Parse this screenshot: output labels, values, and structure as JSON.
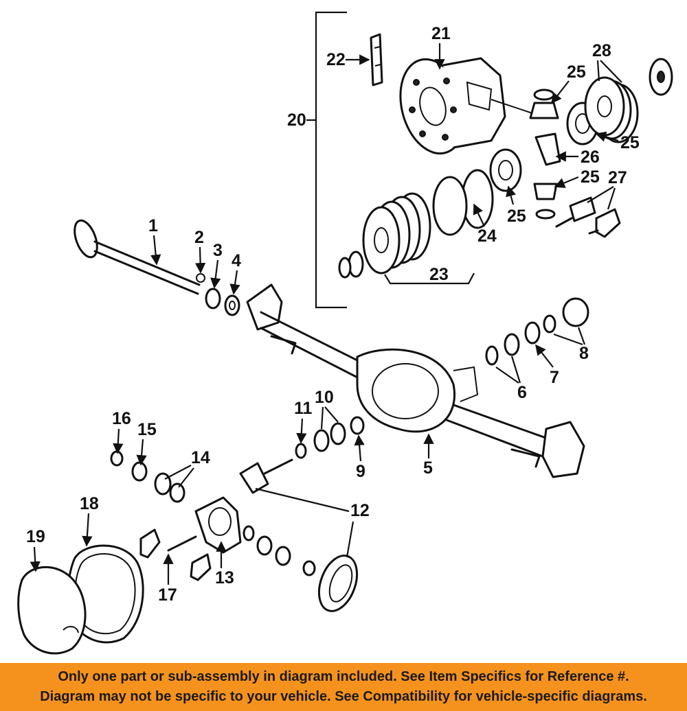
{
  "callouts": {
    "c1": "1",
    "c2": "2",
    "c3": "3",
    "c4": "4",
    "c5": "5",
    "c6": "6",
    "c7": "7",
    "c8": "8",
    "c9": "9",
    "c10": "10",
    "c11": "11",
    "c12": "12",
    "c13": "13",
    "c14": "14",
    "c15": "15",
    "c16": "16",
    "c17": "17",
    "c18": "18",
    "c19": "19",
    "c20": "20",
    "c21": "21",
    "c22": "22",
    "c23": "23",
    "c24": "24",
    "c25a": "25",
    "c25b": "25",
    "c25c": "25",
    "c25d": "25",
    "c26": "26",
    "c27": "27",
    "c28": "28"
  },
  "banner": {
    "line1": "Only one part or sub-assembly in diagram included. See Item Specifics for Reference #.",
    "line2": "Diagram may not be specific to your vehicle. See Compatibility for vehicle-specific diagrams."
  },
  "colors": {
    "banner_bg": "#f5921e",
    "line": "#111111"
  }
}
